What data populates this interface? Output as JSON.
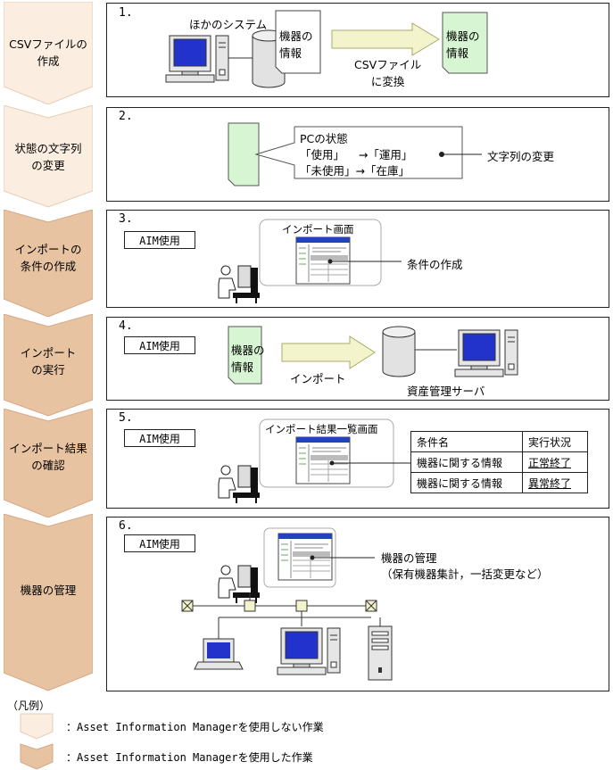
{
  "steps": [
    {
      "label_1": "CSVファイルの",
      "label_2": "作成",
      "number": "1.",
      "uses_aim": false
    },
    {
      "label_1": "状態の文字列",
      "label_2": "の変更",
      "number": "2.",
      "uses_aim": false
    },
    {
      "label_1": "インポートの",
      "label_2": "条件の作成",
      "number": "3.",
      "uses_aim": true
    },
    {
      "label_1": "インポート",
      "label_2": "の実行",
      "number": "4.",
      "uses_aim": true
    },
    {
      "label_1": "インポート結果",
      "label_2": "の確認",
      "number": "5.",
      "uses_aim": true
    },
    {
      "label_1": "機器の管理",
      "label_2": "",
      "number": "6.",
      "uses_aim": true
    }
  ],
  "aim_label": "AIM使用",
  "step1": {
    "other_system": "ほかのシステム",
    "device_info_1": "機器の",
    "device_info_2": "情報",
    "convert_1": "CSVファイル",
    "convert_2": "に変換"
  },
  "step2": {
    "pc_status": "PCの状態",
    "line1_from": "「使用」",
    "line1_arrow": "→",
    "line1_to": "「運用」",
    "line2_from": "「未使用」",
    "line2_arrow": "→",
    "line2_to": "「在庫」",
    "note": "文字列の変更"
  },
  "step3": {
    "screen_title": "インポート画面",
    "note": "条件の作成"
  },
  "step4": {
    "device_info_1": "機器の",
    "device_info_2": "情報",
    "import_label": "インポート",
    "server_label": "資産管理サーバ"
  },
  "step5": {
    "screen_title": "インポート結果一覧画面",
    "table_headers": [
      "条件名",
      "実行状況"
    ],
    "table_rows": [
      [
        "機器に関する情報",
        "正常終了"
      ],
      [
        "機器に関する情報",
        "異常終了"
      ]
    ]
  },
  "step6": {
    "note_1": "機器の管理",
    "note_2": "（保有機器集計，一括変更など）"
  },
  "legend": {
    "title": "（凡例）",
    "not_using": "：Asset Information Managerを使用しない作業",
    "using": "：Asset Information Managerを使用した作業"
  },
  "colors": {
    "light_step": "#fbeee0",
    "dark_step": "#e8c3a2",
    "green_doc": "#d7f5d2",
    "arrow_fill": "#f3f4cc",
    "monitor_blue": "#2233cc"
  }
}
